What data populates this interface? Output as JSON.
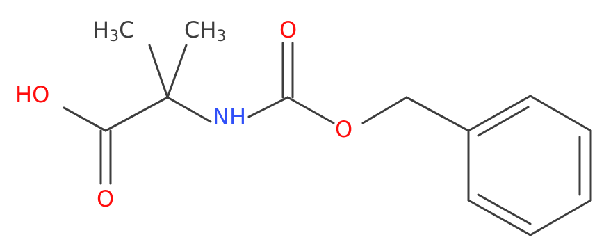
{
  "molecule": {
    "colors": {
      "bond": "#3d3d3d",
      "carbon_label": "#3d3d3d",
      "oxygen": "#ff0d0d",
      "nitrogen": "#3050f8"
    },
    "labels": {
      "methyl_left": {
        "main": "H",
        "sub": "3",
        "tail": "C"
      },
      "methyl_right": {
        "main": "CH",
        "sub": "3"
      },
      "hydroxyl": "HO",
      "acid_carbonyl_o": "O",
      "amine": "NH",
      "carbamate_carbonyl_o": "O",
      "ester_o": "O"
    }
  }
}
